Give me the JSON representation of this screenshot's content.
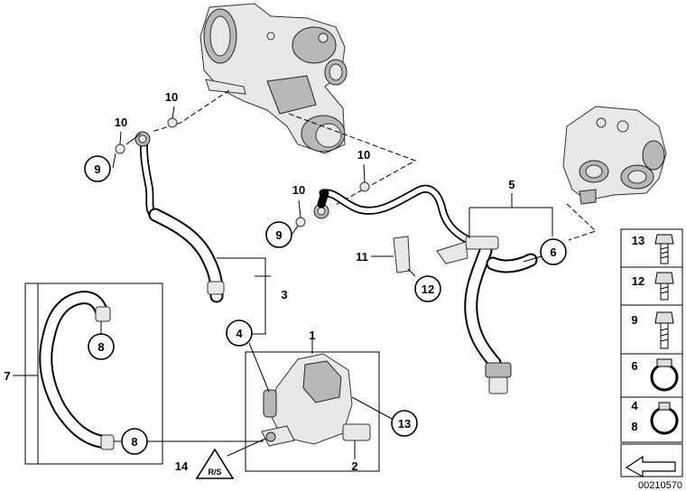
{
  "callouts": {
    "c1": "1",
    "c2": "2",
    "c3": "3",
    "c4": "4",
    "c5": "5",
    "c6": "6",
    "c7": "7",
    "c8a": "8",
    "c8b": "8",
    "c9a": "9",
    "c9b": "9",
    "c10a": "10",
    "c10b": "10",
    "c10c": "10",
    "c10d": "10",
    "c11": "11",
    "c12": "12",
    "c13": "13",
    "c14": "14"
  },
  "legend": {
    "items": [
      {
        "label": "13",
        "icon": "bolt-icon"
      },
      {
        "label": "12",
        "icon": "bolt-icon"
      },
      {
        "label": "9",
        "icon": "bolt-icon"
      },
      {
        "label": "6",
        "icon": "hose-clamp-icon"
      },
      {
        "label": "4",
        "label2": "8",
        "icon": "hose-clamp-icon"
      }
    ]
  },
  "document_number": "00210570",
  "warning_symbol_text": "R/S"
}
